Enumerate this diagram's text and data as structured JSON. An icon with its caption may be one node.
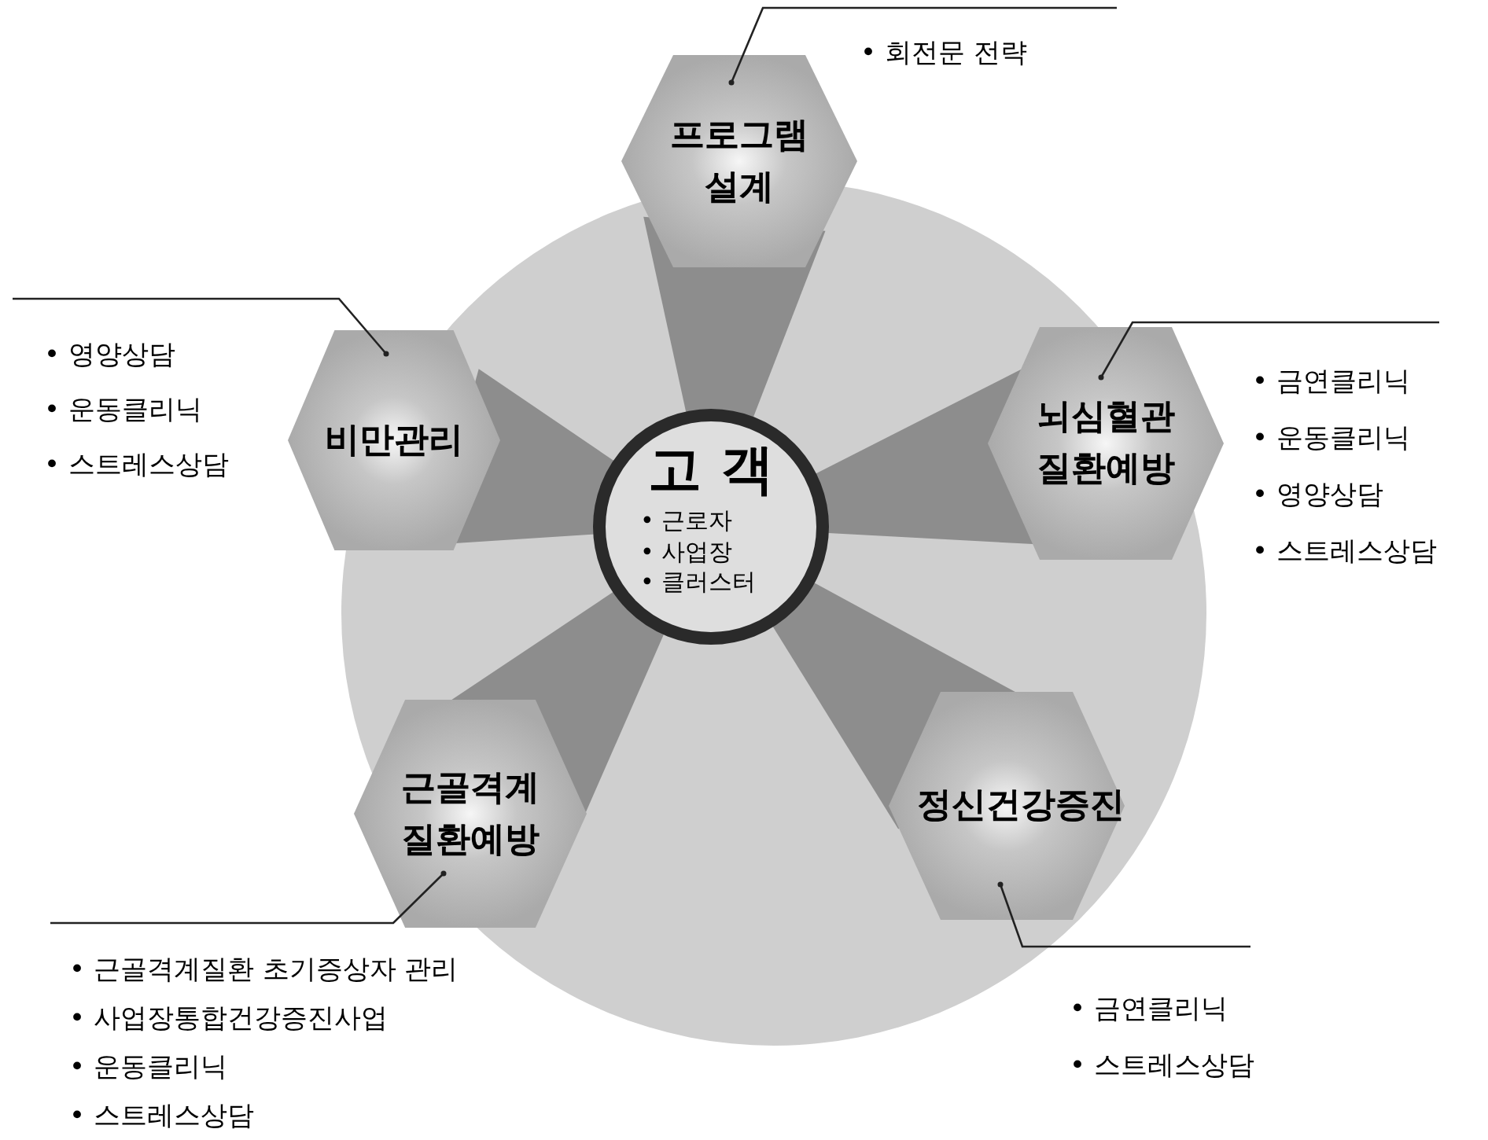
{
  "diagram": {
    "nodes": [
      {
        "text": [
          "고 객",
          "• 근로자",
          "• 사업장",
          "• 클러스터"
        ]
      },
      {
        "text": [
          "프로그램 설계"
        ]
      },
      {
        "text": [
          "뇌심혈관 질환예방"
        ]
      },
      {
        "text": [
          "정신건강증진"
        ]
      },
      {
        "text": [
          "근골격계 질환예방"
        ]
      },
      {
        "text": [
          "비만관리"
        ]
      },
      {
        "text": [
          "• 회전문 전략"
        ]
      },
      {
        "text": [
          "• 금연클리닉",
          "• 운동클리닉",
          "• 영양상담",
          "• 스트레스상담"
        ]
      },
      {
        "text": [
          "• 금연클리닉",
          "• 스트레스상담"
        ]
      },
      {
        "text": [
          "• 근골격계질환 초기증상자 관리",
          "• 사업장통합건강증진사업",
          "• 운동클리닉",
          "• 스트레스상담"
        ]
      },
      {
        "text": [
          "• 영양상담",
          "• 운동클리닉",
          "• 스트레스상담"
        ]
      }
    ],
    "edges": [
      {
        "from": 1,
        "to": 6,
        "arrow": "other"
      },
      {
        "from": 2,
        "to": 7,
        "arrow": "other"
      },
      {
        "from": 3,
        "to": 8,
        "arrow": "other"
      },
      {
        "from": 4,
        "to": 9,
        "arrow": "other"
      },
      {
        "from": 5,
        "to": 10,
        "arrow": "other"
      }
    ]
  }
}
